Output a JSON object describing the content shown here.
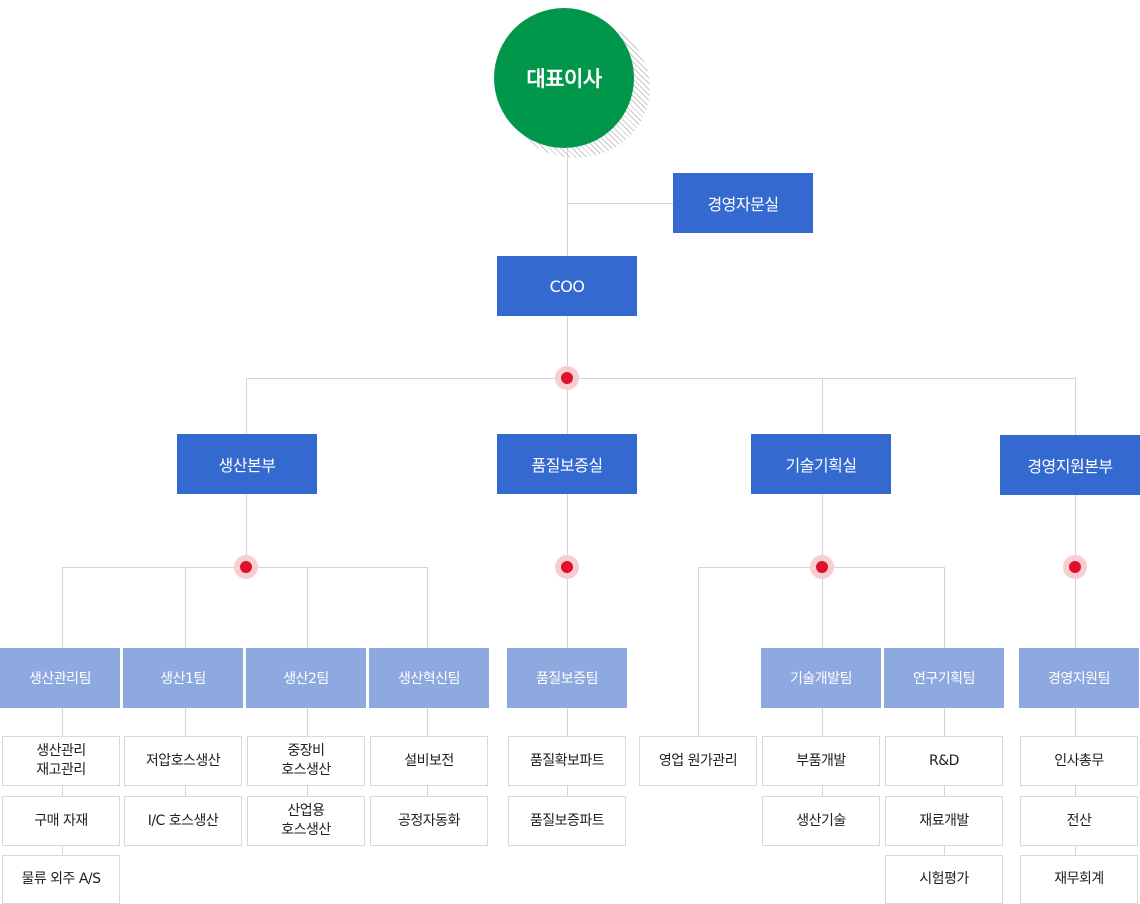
{
  "ceo": "대표이사",
  "advisory": "경영자문실",
  "coo": "COO",
  "divisions": [
    "생산본부",
    "품질보증실",
    "기술기획실",
    "경영지원본부"
  ],
  "teams": [
    "생산관리팀",
    "생산1팀",
    "생산2팀",
    "생산혁신팀",
    "품질보증팀",
    "기술개발팀",
    "연구기획팀",
    "경영지원팀"
  ],
  "units": {
    "production_mgmt": [
      "생산관리\n재고관리",
      "구매 자재",
      "물류 외주 A/S"
    ],
    "production1": [
      "저압호스생산",
      "I/C 호스생산"
    ],
    "production2": [
      "중장비\n호스생산",
      "산업용\n호스생산"
    ],
    "innovation": [
      "설비보전",
      "공정자동화"
    ],
    "quality": [
      "품질확보파트",
      "품질보증파트"
    ],
    "sales": [
      "영업 원가관리"
    ],
    "tech_dev": [
      "부품개발",
      "생산기술"
    ],
    "research": [
      "R&D",
      "재료개발",
      "시험평가"
    ],
    "admin": [
      "인사총무",
      "전산",
      "재무회계"
    ]
  },
  "colors": {
    "ceo": "#00974a",
    "level1": "#3469cf",
    "level2": "#8da9e0",
    "line": "#d4d4d4",
    "dot": "#e0112b"
  }
}
